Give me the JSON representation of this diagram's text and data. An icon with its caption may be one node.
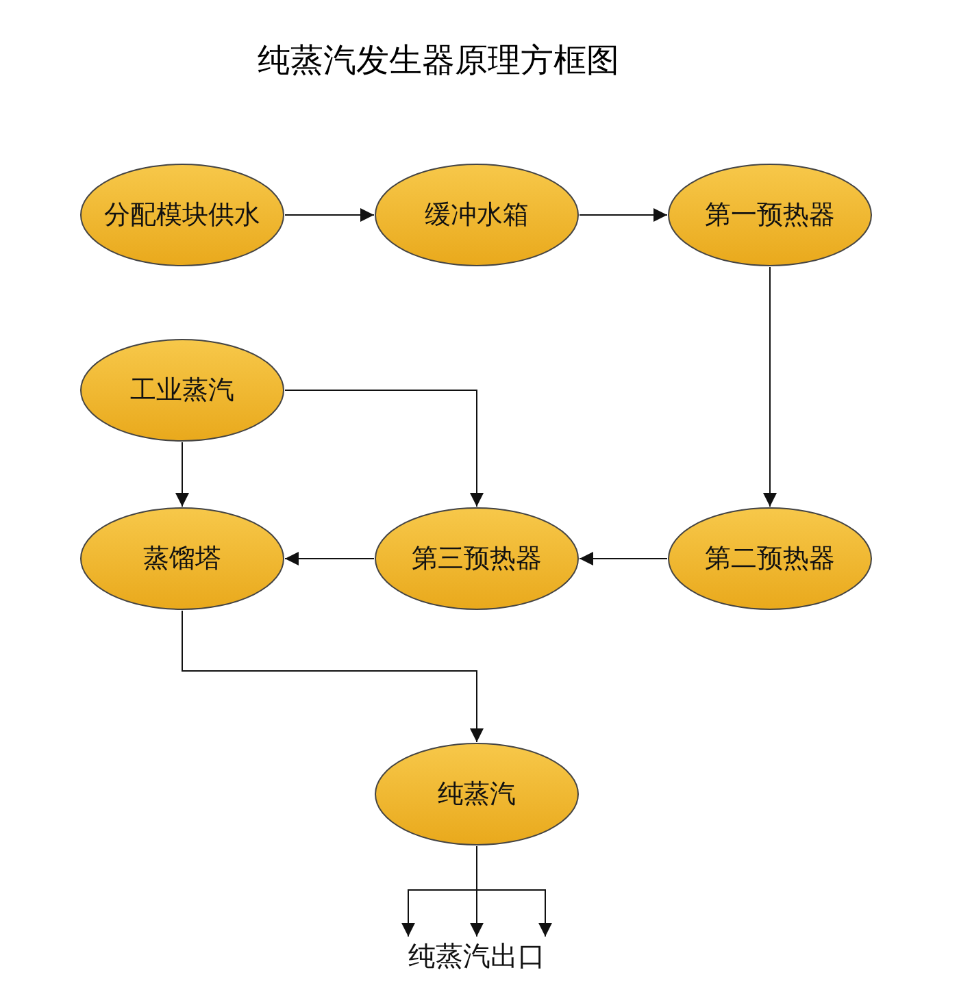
{
  "diagram": {
    "title": "纯蒸汽发生器原理方框图",
    "nodes": [
      {
        "text": [
          "分配模块供水"
        ]
      },
      {
        "text": [
          "缓冲水箱"
        ]
      },
      {
        "text": [
          "第一预热器"
        ]
      },
      {
        "text": [
          "工业蒸汽"
        ]
      },
      {
        "text": [
          "蒸馏塔"
        ]
      },
      {
        "text": [
          "第三预热器"
        ]
      },
      {
        "text": [
          "第二预热器"
        ]
      },
      {
        "text": [
          "纯蒸汽"
        ]
      },
      {
        "text": [
          "纯蒸汽出口"
        ]
      }
    ],
    "edges": [
      {
        "from": 0,
        "to": 1,
        "arrow": "to"
      },
      {
        "from": 1,
        "to": 2,
        "arrow": "to"
      },
      {
        "from": 2,
        "to": 6,
        "arrow": "to"
      },
      {
        "from": 3,
        "to": 4,
        "arrow": "to"
      },
      {
        "from": 3,
        "to": 5,
        "arrow": "to"
      },
      {
        "from": 6,
        "to": 5,
        "arrow": "to"
      },
      {
        "from": 5,
        "to": 4,
        "arrow": "to"
      },
      {
        "from": 4,
        "to": 7,
        "arrow": "to"
      },
      {
        "from": 7,
        "to": 8,
        "arrow": "to"
      },
      {
        "from": 7,
        "to": 8,
        "arrow": "to"
      },
      {
        "from": 7,
        "to": 8,
        "arrow": "to"
      }
    ]
  }
}
